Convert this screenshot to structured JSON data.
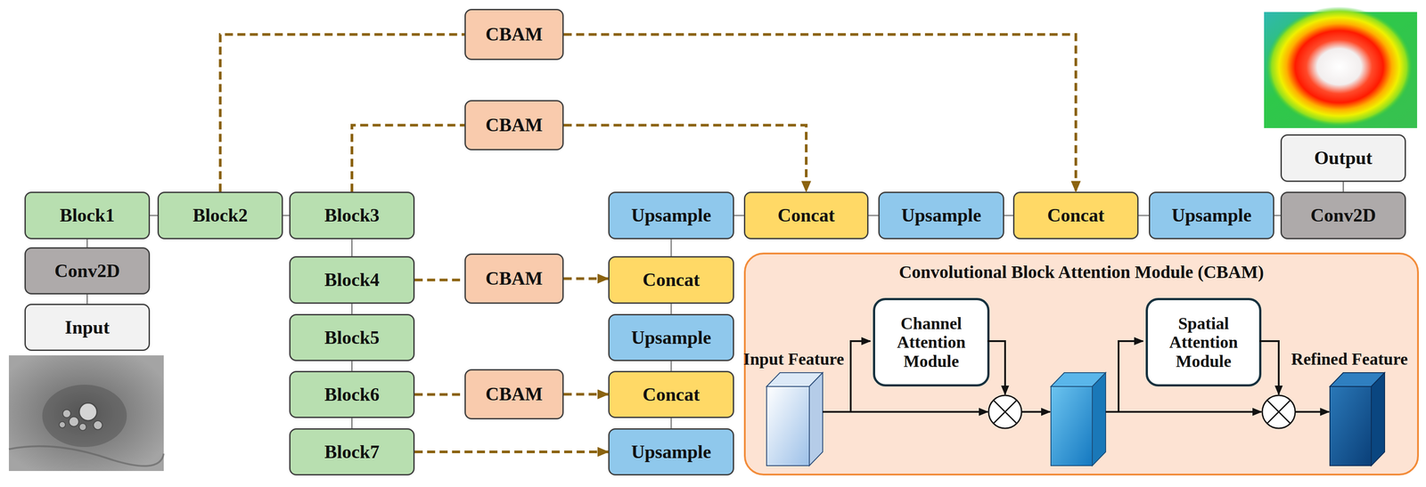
{
  "diagram": {
    "nodes": [
      {
        "text": [
          "CBAM"
        ]
      },
      {
        "text": [
          "CBAM"
        ]
      },
      {
        "text": [
          "Block1"
        ]
      },
      {
        "text": [
          "Block2"
        ]
      },
      {
        "text": [
          "Block3"
        ]
      },
      {
        "text": [
          "Upsample"
        ]
      },
      {
        "text": [
          "Concat"
        ]
      },
      {
        "text": [
          "Upsample"
        ]
      },
      {
        "text": [
          "Concat"
        ]
      },
      {
        "text": [
          "Upsample"
        ]
      },
      {
        "text": [
          "Conv2D"
        ]
      },
      {
        "text": [
          "Output"
        ]
      },
      {
        "text": [
          "Conv2D"
        ]
      },
      {
        "text": [
          "Input"
        ]
      },
      {
        "text": [
          "Block4"
        ]
      },
      {
        "text": [
          "CBAM"
        ]
      },
      {
        "text": [
          "Concat"
        ]
      },
      {
        "text": [
          "Block5"
        ]
      },
      {
        "text": [
          "Upsample"
        ]
      },
      {
        "text": [
          "Block6"
        ]
      },
      {
        "text": [
          "CBAM"
        ]
      },
      {
        "text": [
          "Concat"
        ]
      },
      {
        "text": [
          "Block7"
        ]
      },
      {
        "text": [
          "Upsample"
        ]
      },
      {
        "text": [
          "Convolutional Block Attention Module (CBAM)"
        ]
      },
      {
        "text": [
          "Channel Attention Module"
        ],
        "in": 24
      },
      {
        "text": [
          "Spatial Attention Module"
        ],
        "in": 24
      }
    ],
    "edges": [
      {
        "from": 13,
        "to": 12,
        "arrow": "none"
      },
      {
        "from": 12,
        "to": 2,
        "arrow": "none"
      },
      {
        "from": 2,
        "to": 3,
        "arrow": "none"
      },
      {
        "from": 3,
        "to": 4,
        "arrow": "none"
      },
      {
        "from": 4,
        "to": 14,
        "arrow": "none"
      },
      {
        "from": 14,
        "to": 17,
        "arrow": "none"
      },
      {
        "from": 17,
        "to": 19,
        "arrow": "none"
      },
      {
        "from": 19,
        "to": 22,
        "arrow": "none"
      },
      {
        "from": 3,
        "to": 0,
        "arrow": "none"
      },
      {
        "from": 0,
        "to": 8,
        "arrow": "to"
      },
      {
        "from": 4,
        "to": 1,
        "arrow": "none"
      },
      {
        "from": 1,
        "to": 6,
        "arrow": "to"
      },
      {
        "from": 14,
        "to": 15,
        "arrow": "none"
      },
      {
        "from": 15,
        "to": 16,
        "arrow": "to"
      },
      {
        "from": 19,
        "to": 20,
        "arrow": "none"
      },
      {
        "from": 20,
        "to": 21,
        "arrow": "to"
      },
      {
        "from": 22,
        "to": 23,
        "arrow": "to"
      },
      {
        "from": 23,
        "to": 21,
        "arrow": "none"
      },
      {
        "from": 21,
        "to": 18,
        "arrow": "none"
      },
      {
        "from": 18,
        "to": 16,
        "arrow": "none"
      },
      {
        "from": 16,
        "to": 5,
        "arrow": "none"
      },
      {
        "from": 5,
        "to": 6,
        "arrow": "none"
      },
      {
        "from": 6,
        "to": 7,
        "arrow": "none"
      },
      {
        "from": 7,
        "to": 8,
        "arrow": "none"
      },
      {
        "from": 8,
        "to": 9,
        "arrow": "none"
      },
      {
        "from": 9,
        "to": 10,
        "arrow": "none"
      },
      {
        "from": 10,
        "to": 11,
        "arrow": "none"
      }
    ],
    "labels": [
      "Input Feature",
      "Refined Feature"
    ]
  }
}
